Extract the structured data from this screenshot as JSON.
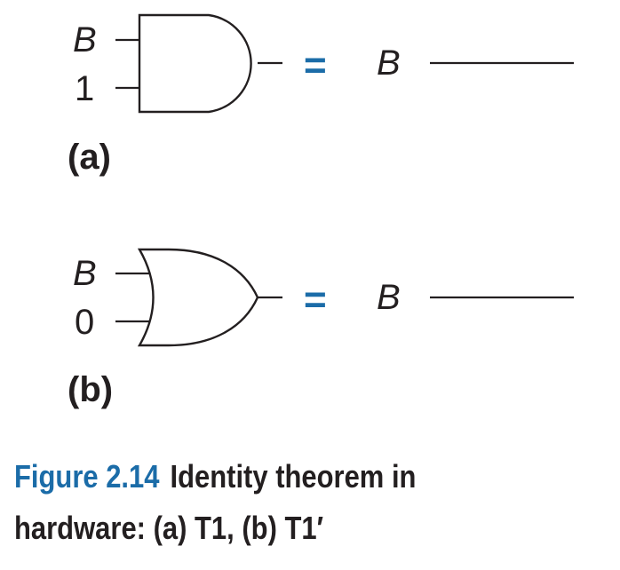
{
  "diagram": {
    "part_a": {
      "label": "(a)",
      "input_top": "B",
      "input_bottom": "1",
      "gate_type": "AND",
      "equals": "=",
      "result": "B"
    },
    "part_b": {
      "label": "(b)",
      "input_top": "B",
      "input_bottom": "0",
      "gate_type": "OR",
      "equals": "=",
      "result": "B"
    }
  },
  "caption": {
    "figure_number": "Figure 2.14",
    "line1": "Identity theorem in",
    "line2": "hardware: (a) T1, (b) T1′"
  },
  "colors": {
    "accent": "#1b6ca8",
    "ink": "#231f20"
  }
}
